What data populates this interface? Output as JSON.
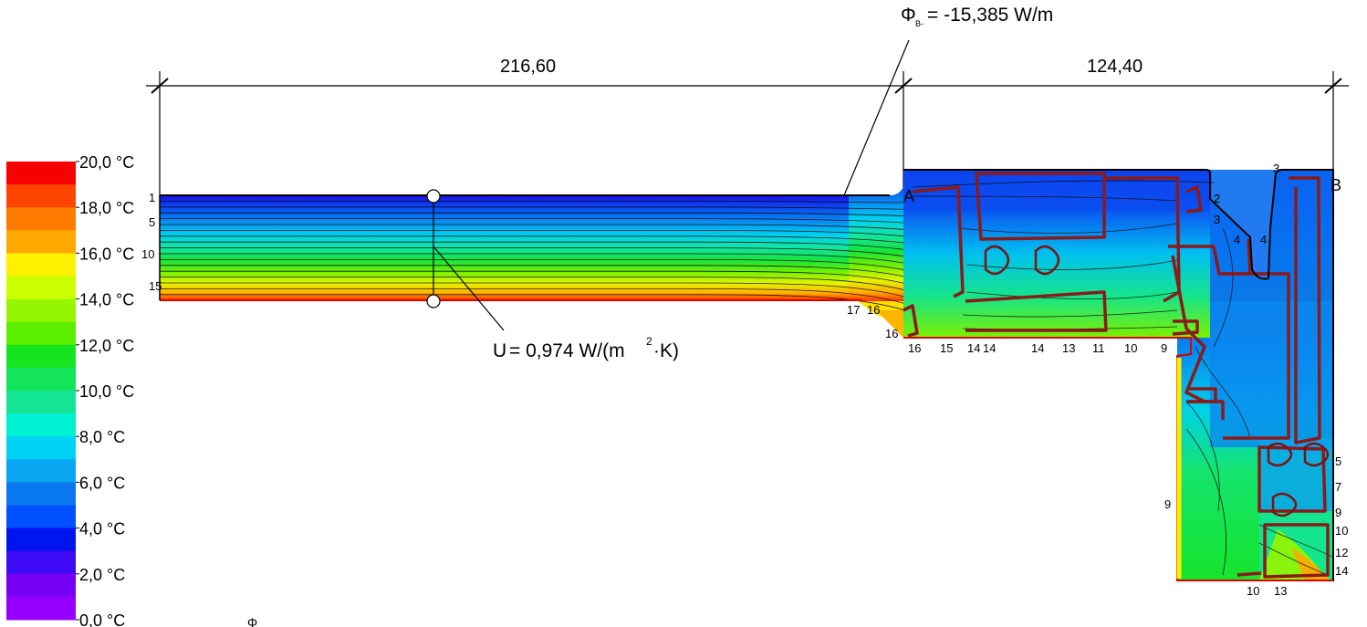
{
  "legend": {
    "colors": [
      "#f80000",
      "#ff4400",
      "#ff7a00",
      "#ffa800",
      "#fff000",
      "#cbff00",
      "#96f500",
      "#5cf000",
      "#16e41e",
      "#14e45a",
      "#14e496",
      "#00f0d2",
      "#00d2f5",
      "#0aa5f0",
      "#0a78f0",
      "#0050ff",
      "#0014f0",
      "#3c0af5",
      "#7800f5",
      "#9600ff"
    ],
    "labels": [
      "20,0 °C",
      "18,0 °C",
      "16,0 °C",
      "14,0 °C",
      "12,0 °C",
      "10,0 °C",
      "8,0 °C",
      "6,0 °C",
      "4,0 °C",
      "2,0 °C",
      "0,0 °C"
    ]
  },
  "dimensions": {
    "left": "216,60",
    "right": "124,40"
  },
  "flux": {
    "symbol": "Φ",
    "subscript": "B-",
    "text": "= -15,385 W/m"
  },
  "u_value": {
    "symbol": "U",
    "text": "= 0,974 W/(m",
    "superscript": "2",
    "tail": "·K)"
  },
  "points": {
    "a": "A",
    "b": "B"
  },
  "isotherm_labels": {
    "wall_left": [
      "1",
      "5",
      "10",
      "15"
    ],
    "wall_bottom": [
      "17",
      "16",
      "16"
    ],
    "frame_bottom": [
      "16",
      "15",
      "14",
      "14",
      "14",
      "13",
      "11",
      "10",
      "9"
    ],
    "top_right": [
      "2",
      "3",
      "4",
      "4",
      "3"
    ],
    "right_side": [
      "5",
      "7",
      "9",
      "10",
      "12",
      "14"
    ],
    "lower_left": [
      "9"
    ],
    "lower_bottom": [
      "10",
      "13"
    ]
  },
  "stray_symbol": "Φ"
}
